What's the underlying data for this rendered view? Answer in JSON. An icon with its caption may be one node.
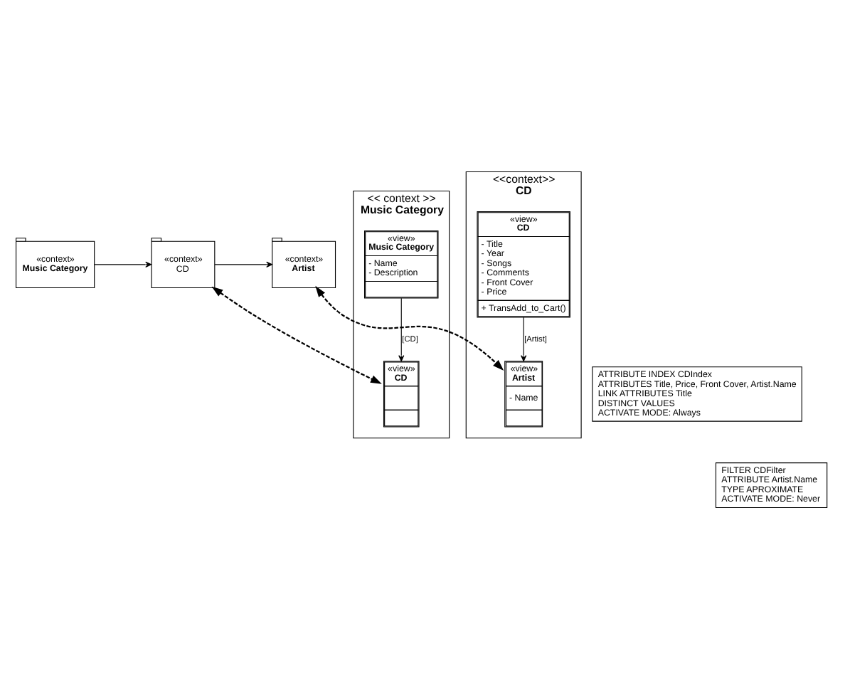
{
  "diagram": {
    "nodes": [
      {
        "text": [
          "«context»",
          "Music Category"
        ]
      },
      {
        "text": [
          "«context»",
          "CD"
        ]
      },
      {
        "text": [
          "«context»",
          "Artist"
        ]
      },
      {
        "text": [
          "<< context >>",
          "Music Category"
        ]
      },
      {
        "text": [
          "«view»",
          "Music Category",
          "- Name",
          "- Description"
        ],
        "in": 3
      },
      {
        "text": [
          "«view»",
          "CD"
        ],
        "in": 3
      },
      {
        "text": [
          "<<context>>",
          "CD"
        ]
      },
      {
        "text": [
          "«view»",
          "CD",
          "- Title",
          "- Year",
          "- Songs",
          "- Comments",
          "- Front Cover",
          "- Price",
          "+ TransAdd_to_Cart()"
        ],
        "in": 6
      },
      {
        "text": [
          "«view»",
          "Artist",
          "- Name"
        ],
        "in": 6
      },
      {
        "text": [
          "ATTRIBUTE INDEX CDIndex",
          "ATTRIBUTES Title, Price, Front Cover, Artist.Name",
          "LINK ATTRIBUTES Title",
          "DISTINCT VALUES",
          "ACTIVATE MODE: Always"
        ]
      },
      {
        "text": [
          "FILTER CDFilter",
          "ATTRIBUTE Artist.Name",
          "TYPE APROXIMATE",
          "ACTIVATE MODE: Never"
        ]
      }
    ],
    "edges": [
      {
        "from": 0,
        "to": 1,
        "arrow": "to"
      },
      {
        "from": 1,
        "to": 2,
        "arrow": "to"
      },
      {
        "from": 1,
        "to": 5,
        "arrow": "both",
        "style": "dashed"
      },
      {
        "from": 4,
        "to": 5,
        "arrow": "to",
        "label": "[CD]"
      },
      {
        "from": 2,
        "to": 8,
        "arrow": "both",
        "style": "dashed"
      },
      {
        "from": 7,
        "to": 8,
        "arrow": "to",
        "label": "[Artist]"
      }
    ]
  }
}
